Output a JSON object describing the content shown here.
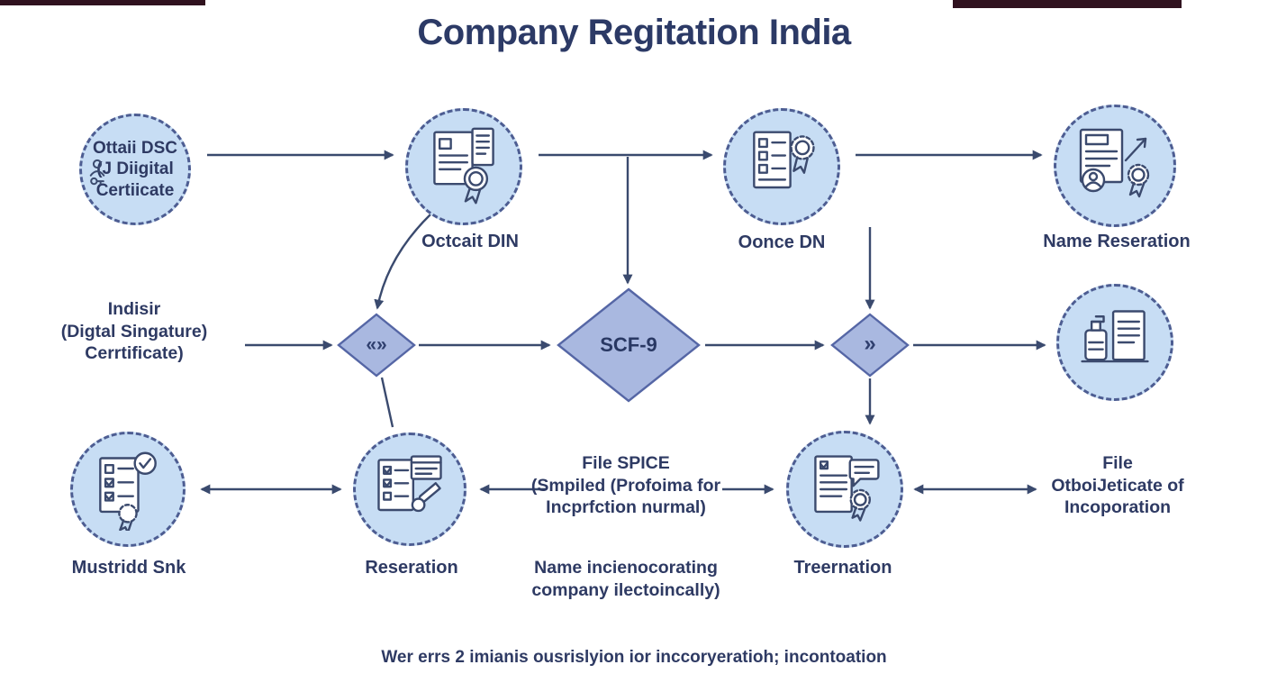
{
  "title": "Company Regitation India",
  "caption": "Wer errs 2 imianis ousrislyion ior inccoryeratioh; incontoation",
  "colors": {
    "ink": "#2e3a63",
    "line": "#3a4a6e",
    "node_fill": "#c7ddf4",
    "node_border": "#4d5d92",
    "diamond_fill": "#a9b8e0",
    "diamond_border": "#5566a5",
    "background": "#ffffff"
  },
  "nodes": {
    "obtain_dsc": {
      "lines": [
        "Ottaii DSC",
        "(J Diigital",
        "Certiicate"
      ]
    },
    "obtain_din": {
      "label": "Octcait DIN"
    },
    "once_dn": {
      "label": "Oonce DN"
    },
    "name_reservation": {
      "label": "Name Reseration"
    },
    "mustridd_snk": {
      "label": "Mustridd Snk"
    },
    "reseration": {
      "label": "Reseration"
    },
    "treernation": {
      "label": "Treernation"
    }
  },
  "texts": {
    "dsc_block": {
      "lines": [
        "Indisir",
        "(Digtal Singature)",
        "Cerrtificate)"
      ]
    },
    "spice_block": {
      "lines": [
        "File SPICE",
        "(Smpiled (Profoima for",
        "Incprfction nurmal)"
      ]
    },
    "spice_note": {
      "lines": [
        "Name incienocorating",
        "company ilectoincally)"
      ]
    },
    "certificate_block": {
      "lines": [
        "File",
        "OtboiJeticate of",
        "Incoporation"
      ]
    }
  },
  "diamonds": {
    "main_label": "SCF-9",
    "left_glyph": "«»",
    "right_glyph": "»"
  },
  "icons": {
    "person_key_icon": "person with key, line art",
    "documents_seal_icon": "documents with round seal badge",
    "checklist_badge_icon": "checklist document with rosette badge",
    "profile_document_icon": "document with profile circle and growth arrow",
    "bottle_document_icon": "pump bottle with document",
    "checklist_verified_icon": "checklist with check circle and badge",
    "checklist_edit_icon": "checklist with edit window and pencil",
    "document_chat_badge_icon": "document with speech bubble and badge",
    "swap_diamond_icon": "«»",
    "forward_diamond_icon": "»"
  }
}
